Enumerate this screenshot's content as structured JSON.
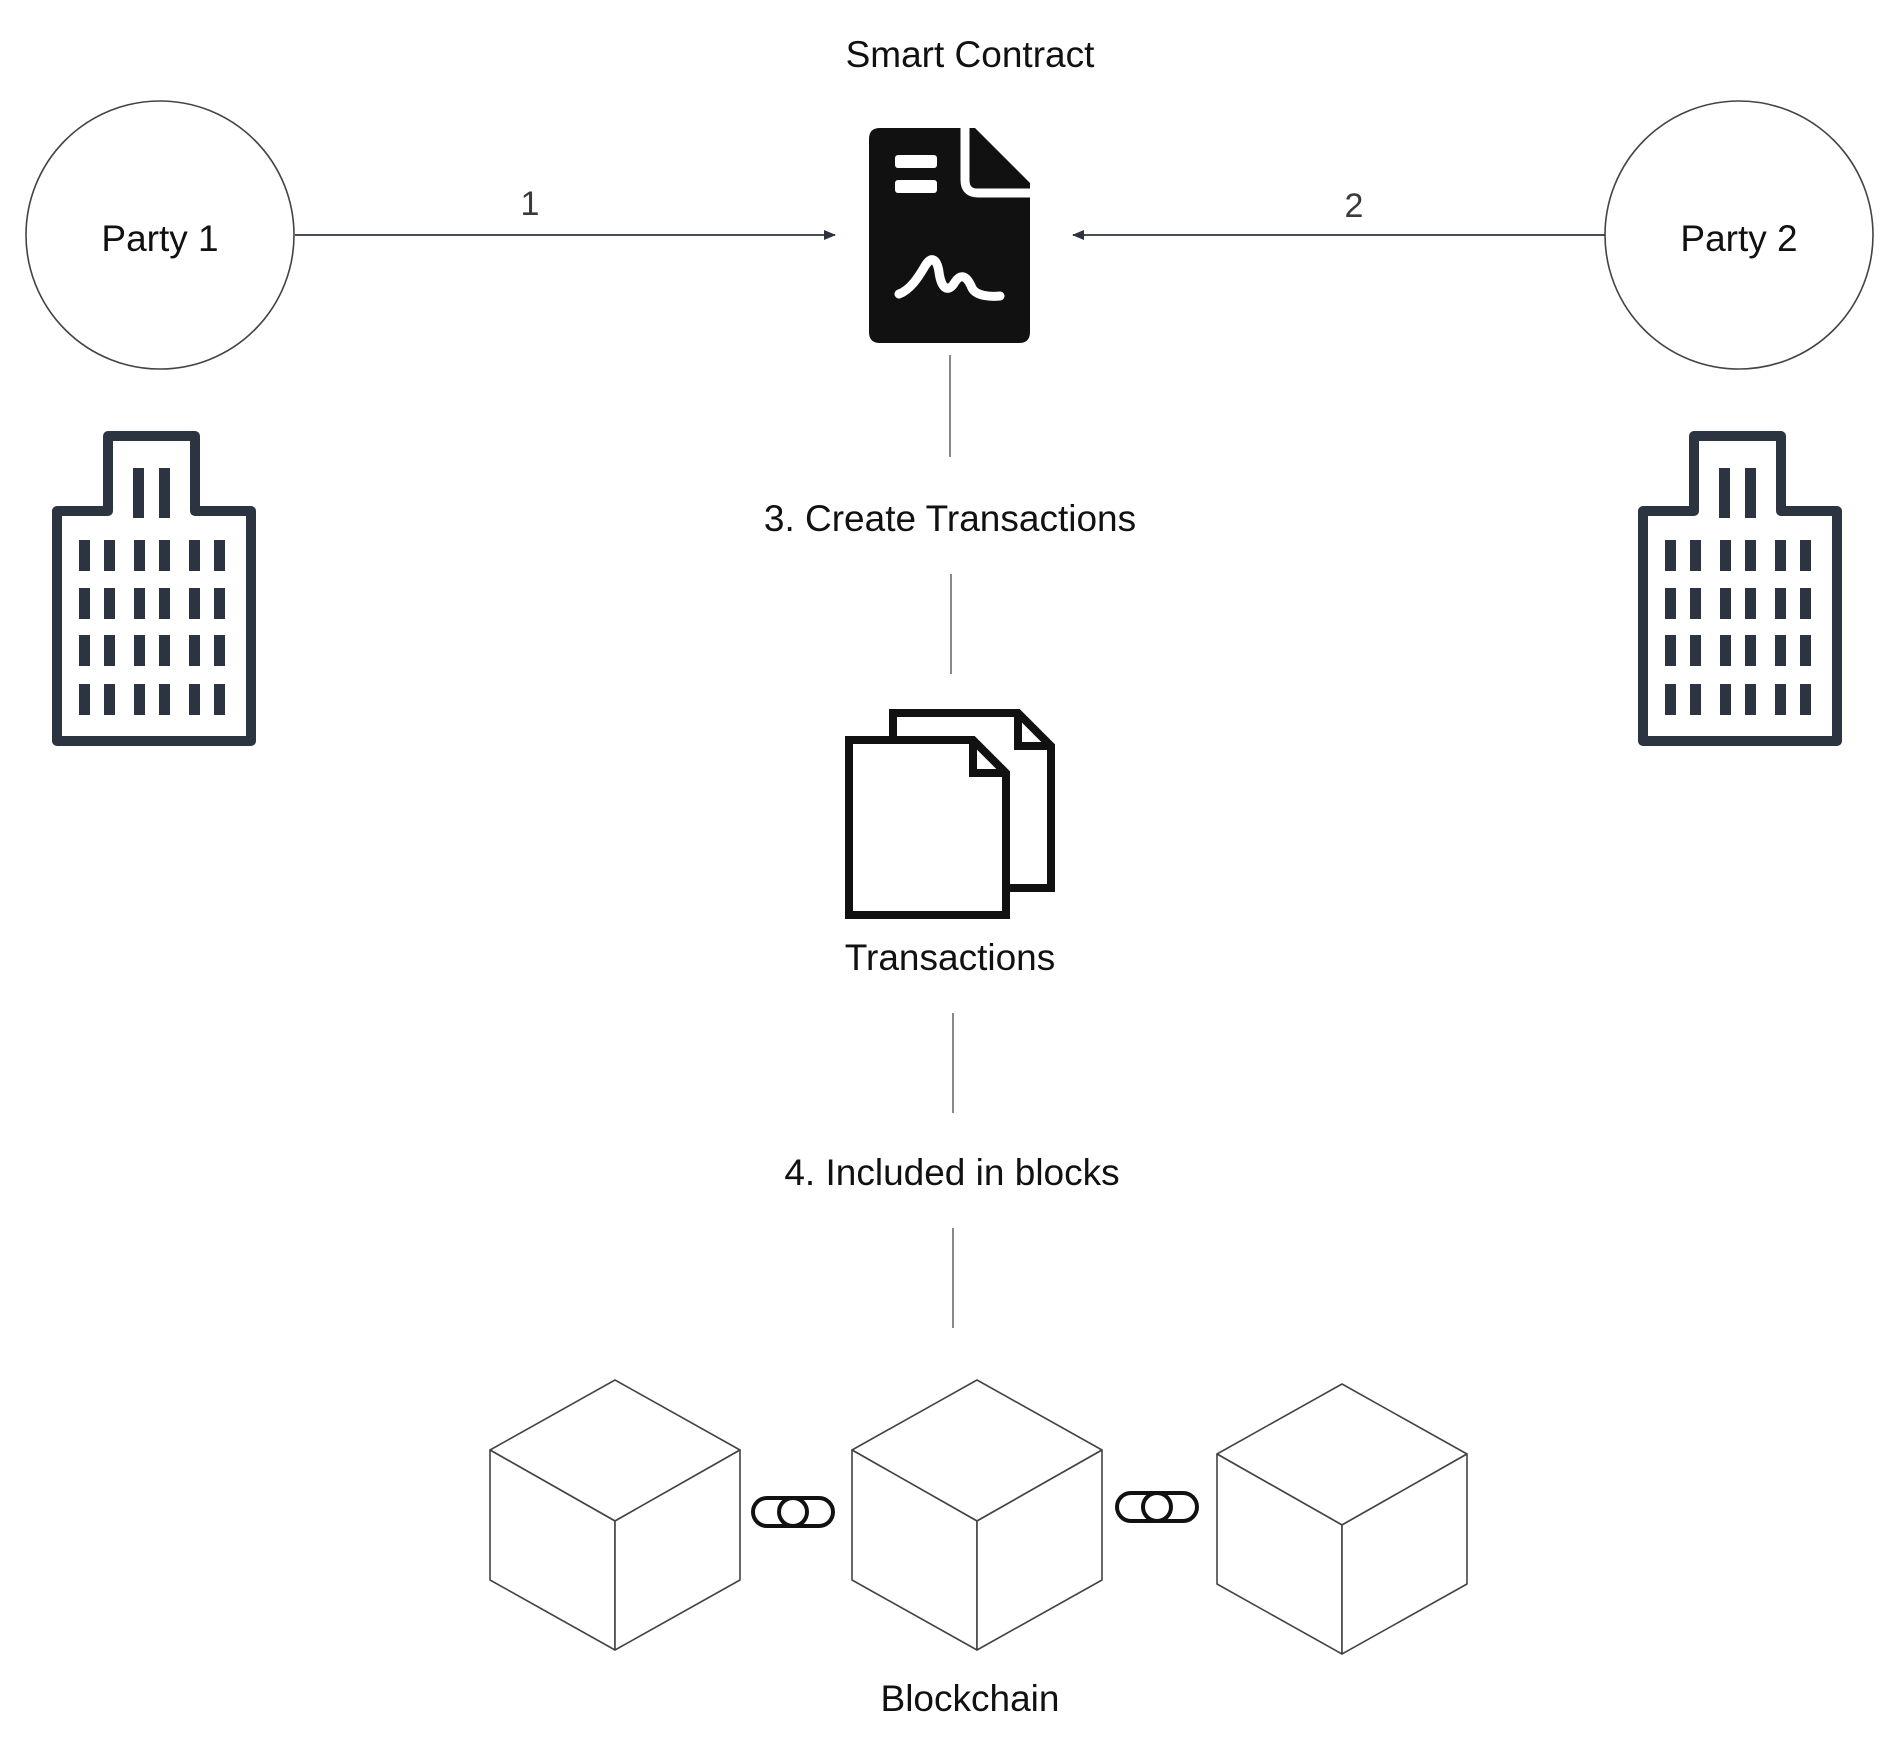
{
  "title": "Smart Contract",
  "party_left": {
    "label": "Party 1",
    "step": "1"
  },
  "party_right": {
    "label": "Party 2",
    "step": "2"
  },
  "step_create": "3. Create Transactions",
  "transactions_label": "Transactions",
  "step_include": "4. Included in blocks",
  "blockchain_label": "Blockchain",
  "colors": {
    "ink": "#111111",
    "building": "#2b3440",
    "line": "#555555",
    "outline": "#444444"
  },
  "icons": {
    "contract": "contract-document-icon",
    "building": "office-building-icon",
    "transactions": "stacked-documents-icon",
    "block": "cube-block-icon",
    "chain": "chain-link-icon"
  }
}
